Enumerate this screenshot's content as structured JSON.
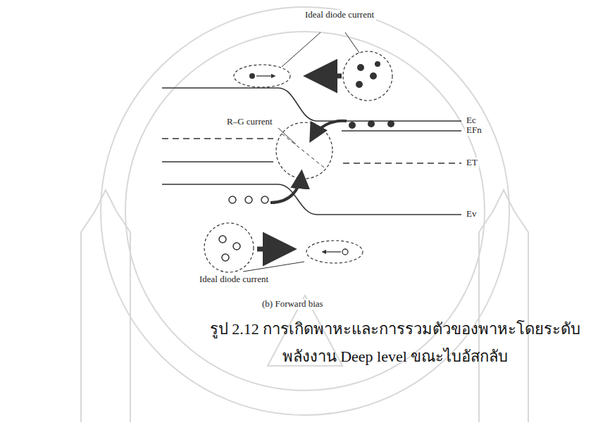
{
  "diagram": {
    "caption": "รูป 2.12 การเกิดพาหะและการรวมตัวของพาหะโดยระดับพลังงาน Deep level ขณะไบอัสกลับ",
    "labels": [
      "Ideal diode current",
      "R–G current",
      "Ec",
      "EFn",
      "ET",
      "Ev",
      "Ideal diode current",
      "(b) Forward bias"
    ]
  }
}
